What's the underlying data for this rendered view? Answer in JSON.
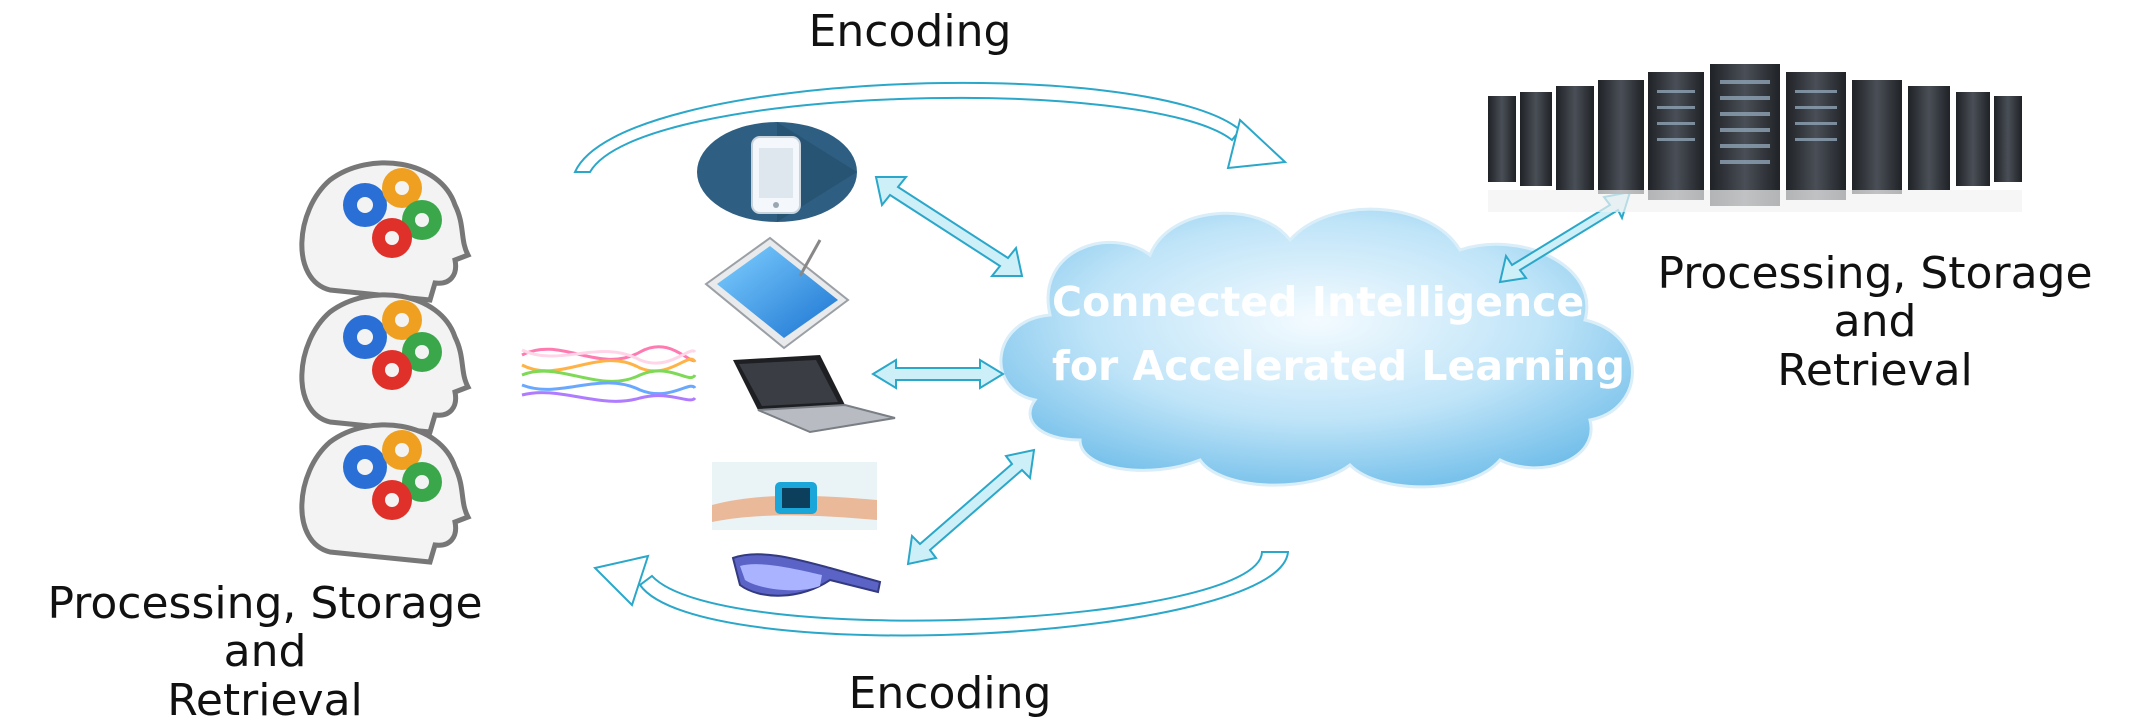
{
  "labels": {
    "encoding_top": "Encoding",
    "encoding_bottom": "Encoding",
    "left_caption_line1": "Processing, Storage and",
    "left_caption_line2": "Retrieval",
    "right_caption_line1": "Processing, Storage and",
    "right_caption_line2": "Retrieval",
    "cloud_line1": "Connected Intelligence",
    "cloud_line2": "for Accelerated Learning"
  },
  "colors": {
    "arrow_outline": "#2aa7c9",
    "arrow_fill": "#cdeff8",
    "cloud_light": "#e9f6fd",
    "cloud_dark": "#7cc4ee",
    "phone_circle": "#2e5f82",
    "gear_blue": "#2a6fd6",
    "gear_orange": "#f0a020",
    "gear_green": "#3aa84a",
    "gear_red": "#e0302a",
    "server_dark": "#2b2e33"
  },
  "icons": {
    "heads": [
      "brain-gears-icon",
      "brain-gears-icon",
      "brain-gears-icon"
    ],
    "devices": [
      "smartphone-icon",
      "tablet-icon",
      "laptop-icon",
      "smartwatch-icon",
      "smart-glasses-icon"
    ],
    "signal": "brainwave-icon",
    "servers": "server-rack-icon"
  }
}
